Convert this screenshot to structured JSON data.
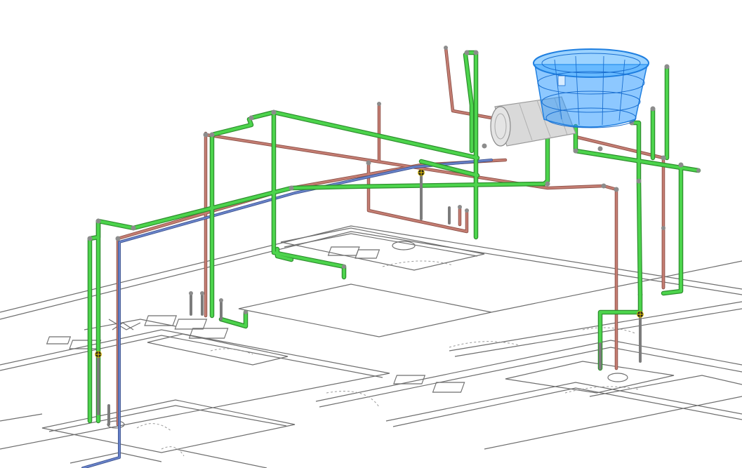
{
  "viewport": {
    "title": "",
    "background": "#ffffff"
  },
  "colors": {
    "cold_water_pipe": "#4cd44c",
    "cold_water_pipe_edge": "#2e8f2e",
    "hot_water_pipe": "#c47d72",
    "hot_water_pipe_edge": "#8a4f46",
    "supply_line": "#5a72b8",
    "fitting": "#8c8c8c",
    "floor_plan_line": "#6e6e6e",
    "floor_plan_dashed": "#9a9a9a",
    "water_tank": "#2f9bff",
    "water_heater": "#d2d2d2",
    "valve": "#222222"
  },
  "components": [
    {
      "name": "water-tank-icon",
      "type": "cylindrical water reservoir"
    },
    {
      "name": "water-heater-icon",
      "type": "horizontal cylinder heater"
    },
    {
      "name": "valve-icon",
      "type": "shutoff valve",
      "count": 3
    },
    {
      "name": "floor-plan",
      "type": "architectural plan underlay"
    }
  ]
}
